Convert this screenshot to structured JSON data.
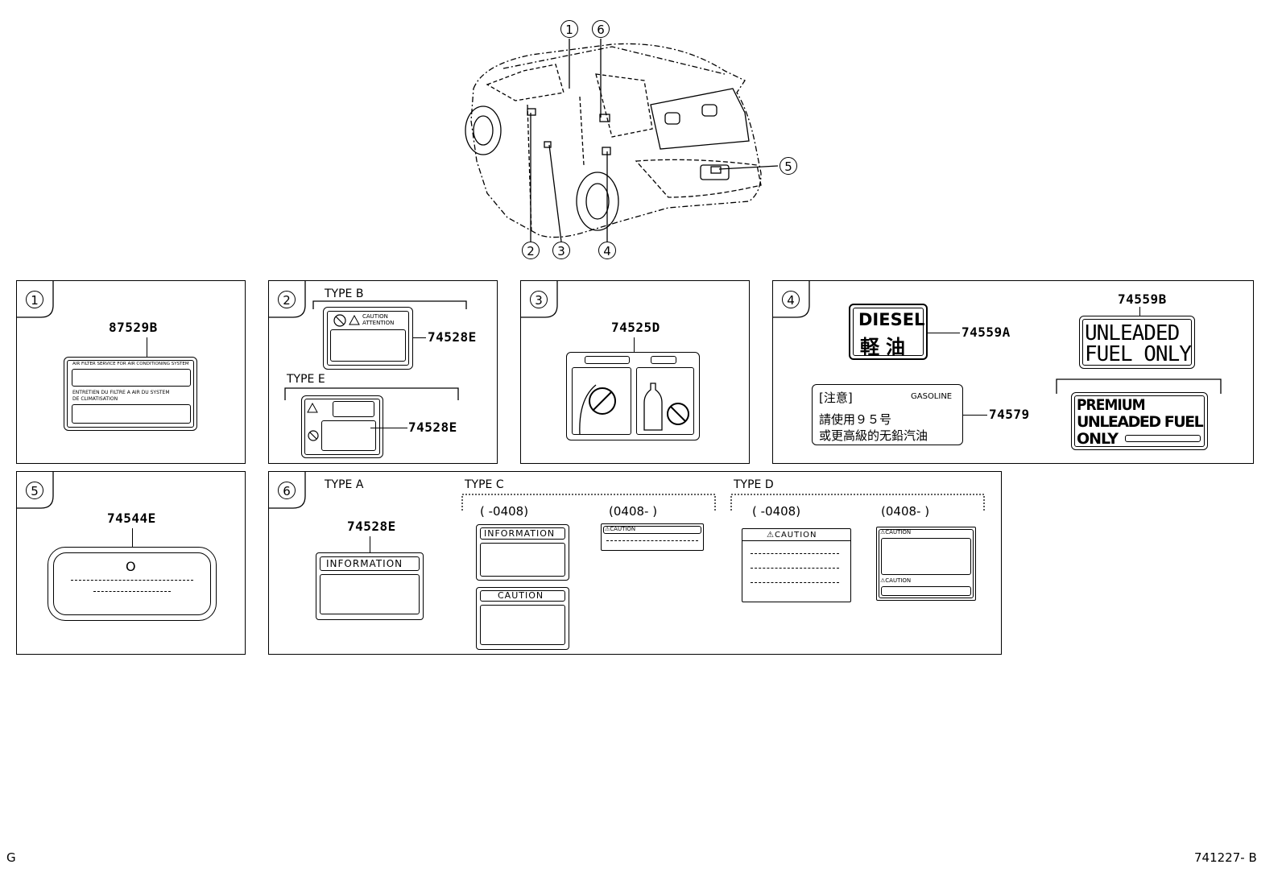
{
  "callouts": {
    "c1": "1",
    "c2": "2",
    "c3": "3",
    "c4": "4",
    "c5": "5",
    "c6": "6"
  },
  "panel1": {
    "number": "1",
    "part": "87529B",
    "line1": "AIR FILTER SERVICE FOR AIR CONDITIONING SYSTEM",
    "line2": "ENTRETIEN DU FILTRE A AIR DU SYSTEM",
    "line3": "DE CLIMATISATION"
  },
  "panel2": {
    "number": "2",
    "type_b": "TYPE B",
    "part_b": "74528E",
    "caution_text": "CAUTION",
    "attention_text": "ATTENTION",
    "type_e": "TYPE E",
    "part_e": "74528E"
  },
  "panel3": {
    "number": "3",
    "part": "74525D"
  },
  "panel4": {
    "number": "4",
    "diesel_en": "DIESEL",
    "diesel_cn": "軽油",
    "part_a": "74559A",
    "part_b": "74559B",
    "unleaded1": "UNLEADED",
    "unleaded2": "FUEL ONLY",
    "note_head": "[注意]",
    "gasoline": "GASOLINE",
    "cn_line1": "請使用９５号",
    "cn_line2": "或更高級的无鉛汽油",
    "part_c": "74579",
    "premium1": "PREMIUM",
    "premium2": "UNLEADED FUEL",
    "premium3": "ONLY"
  },
  "panel5": {
    "number": "5",
    "part": "74544E",
    "symbol": "O"
  },
  "panel6": {
    "number": "6",
    "type_a": "TYPE A",
    "part_a": "74528E",
    "information": "INFORMATION",
    "type_c": "TYPE C",
    "c_range1": "(      -0408)",
    "c_range2": "(0408-       )",
    "c_info": "INFORMATION",
    "c_caution": "CAUTION",
    "c_small": "⚠CAUTION",
    "type_d": "TYPE D",
    "d_range1": "(      -0408)",
    "d_range2": "(0408-       )",
    "d_caution": "⚠CAUTION",
    "d_small1": "⚠CAUTION",
    "d_small2": "⚠CAUTION"
  },
  "footer": {
    "left": "G",
    "right": "741227- B"
  }
}
